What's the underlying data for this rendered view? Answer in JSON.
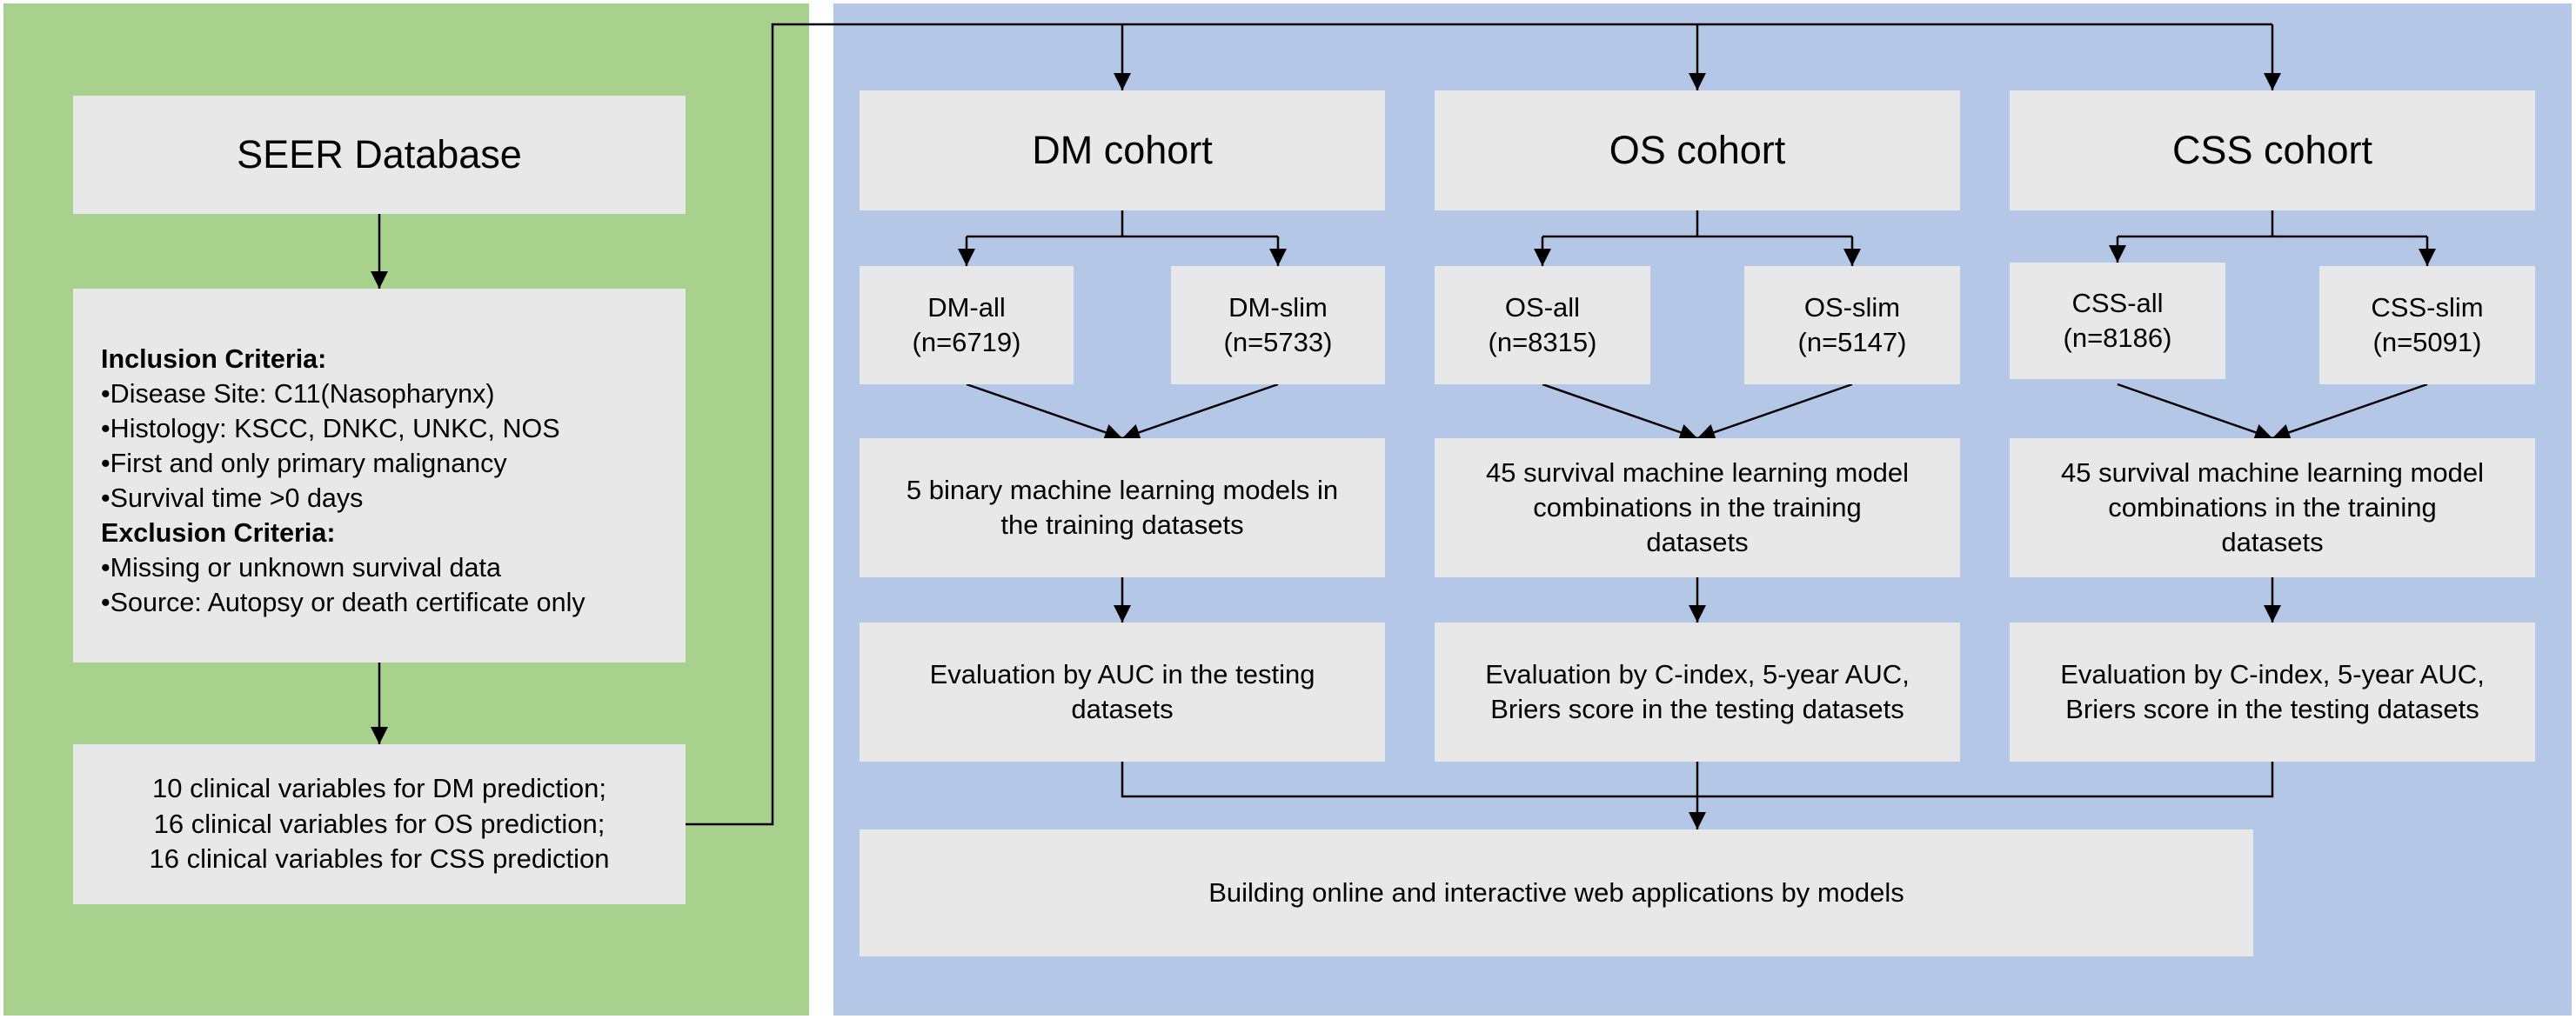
{
  "colors": {
    "left_panel": "#a9d18e",
    "right_panel": "#b4c7e7",
    "box_fill": "#e8e8e8",
    "line": "#000000"
  },
  "seer": {
    "title": "SEER Database"
  },
  "criteria": {
    "inclusion_head": "Inclusion Criteria:",
    "inclusion_items": [
      "•Disease Site: C11(Nasopharynx)",
      "•Histology: KSCC, DNKC, UNKC, NOS",
      "•First and only primary malignancy",
      "•Survival time >0 days"
    ],
    "exclusion_head": "Exclusion Criteria:",
    "exclusion_items": [
      "•Missing or unknown survival data",
      "•Source: Autopsy or death certificate only"
    ]
  },
  "variables": {
    "lines": [
      "10 clinical variables for DM prediction;",
      "16 clinical variables for OS prediction;",
      "16 clinical variables for CSS prediction"
    ]
  },
  "cohorts": [
    {
      "title": "DM cohort",
      "all": {
        "label": "DM-all",
        "n": "(n=6719)"
      },
      "slim": {
        "label": "DM-slim",
        "n": "(n=5733)"
      },
      "models": [
        "5 binary machine learning models in",
        "the training datasets"
      ],
      "evaluation": [
        "Evaluation by AUC in the testing",
        "datasets"
      ]
    },
    {
      "title": "OS cohort",
      "all": {
        "label": "OS-all",
        "n": "(n=8315)"
      },
      "slim": {
        "label": "OS-slim",
        "n": "(n=5147)"
      },
      "models": [
        "45 survival machine learning model",
        "combinations in the training",
        "datasets"
      ],
      "evaluation": [
        "Evaluation by C-index, 5-year AUC,",
        "Briers score in the testing datasets"
      ]
    },
    {
      "title": "CSS cohort",
      "all": {
        "label": "CSS-all",
        "n": "(n=8186)"
      },
      "slim": {
        "label": "CSS-slim",
        "n": "(n=5091)"
      },
      "models": [
        "45 survival machine learning model",
        "combinations in the training",
        "datasets"
      ],
      "evaluation": [
        "Evaluation by C-index, 5-year AUC,",
        "Briers score in the testing datasets"
      ]
    }
  ],
  "final": {
    "label": "Building online and interactive web applications by models"
  }
}
